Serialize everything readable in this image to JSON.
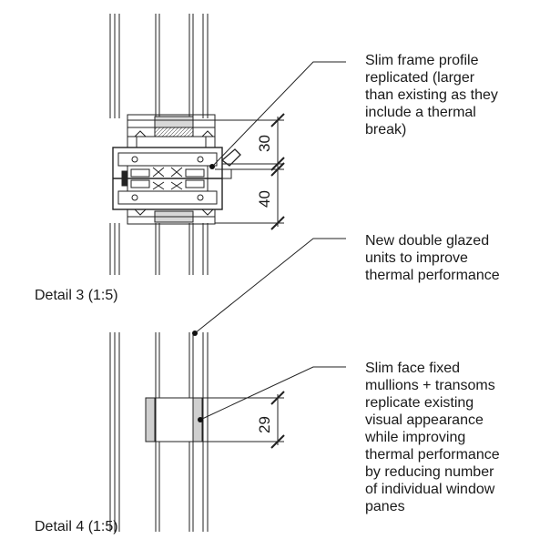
{
  "details": [
    {
      "caption": "Detail 3 (1:5)"
    },
    {
      "caption": "Detail 4 (1:5)"
    }
  ],
  "dimensions": [
    "30",
    "40",
    "29"
  ],
  "annotations": [
    {
      "lines": [
        "Slim frame profile",
        "replicated (larger",
        "than existing as they",
        "include a thermal",
        "break)"
      ]
    },
    {
      "lines": [
        "New double glazed",
        "units to improve",
        "thermal performance"
      ]
    },
    {
      "lines": [
        "Slim face fixed",
        "mullions + transoms",
        "replicate existing",
        "visual appearance",
        "while improving",
        "thermal performance",
        "by reducing number",
        "of individual window",
        "panes"
      ]
    }
  ]
}
